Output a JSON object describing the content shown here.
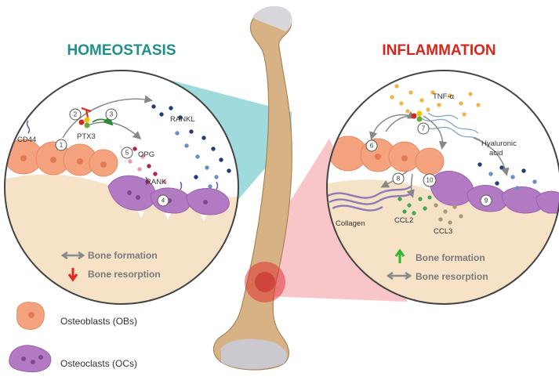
{
  "titles": {
    "left": "HOMEOSTASIS",
    "right": "INFLAMMATION"
  },
  "colors": {
    "homeostasis_title": "#1f8f8a",
    "inflammation_title": "#d7261c",
    "osteoblast": "#f4a37e",
    "osteoclast": "#b37ac4",
    "bone": "#d7b285",
    "marrow": "#f6e2c6",
    "teal_wedge": "#7fcdd0",
    "red_wedge": "#f3a0a3"
  },
  "homeostasis": {
    "labels": {
      "cd44": "CD44",
      "ptx3": "PTX3",
      "rankl": "RANKL",
      "opg": "OPG",
      "rank": "RANK"
    },
    "steps": [
      "1",
      "2",
      "3",
      "4",
      "5"
    ],
    "legend": {
      "formation": "Bone formation",
      "resorption": "Bone resorption"
    }
  },
  "inflammation": {
    "labels": {
      "tnf": "TNF-α",
      "hyaluronic": "Hyaluronic\nacid",
      "collagen": "Collagen",
      "ccl2": "CCL2",
      "ccl3": "CCL3"
    },
    "steps": [
      "6",
      "7",
      "8",
      "9",
      "10"
    ],
    "legend": {
      "formation": "Bone formation",
      "resorption": "Bone resorption"
    }
  },
  "key": {
    "osteoblasts": "Osteoblasts (OBs)",
    "osteoclasts": "Osteoclasts (OCs)"
  }
}
